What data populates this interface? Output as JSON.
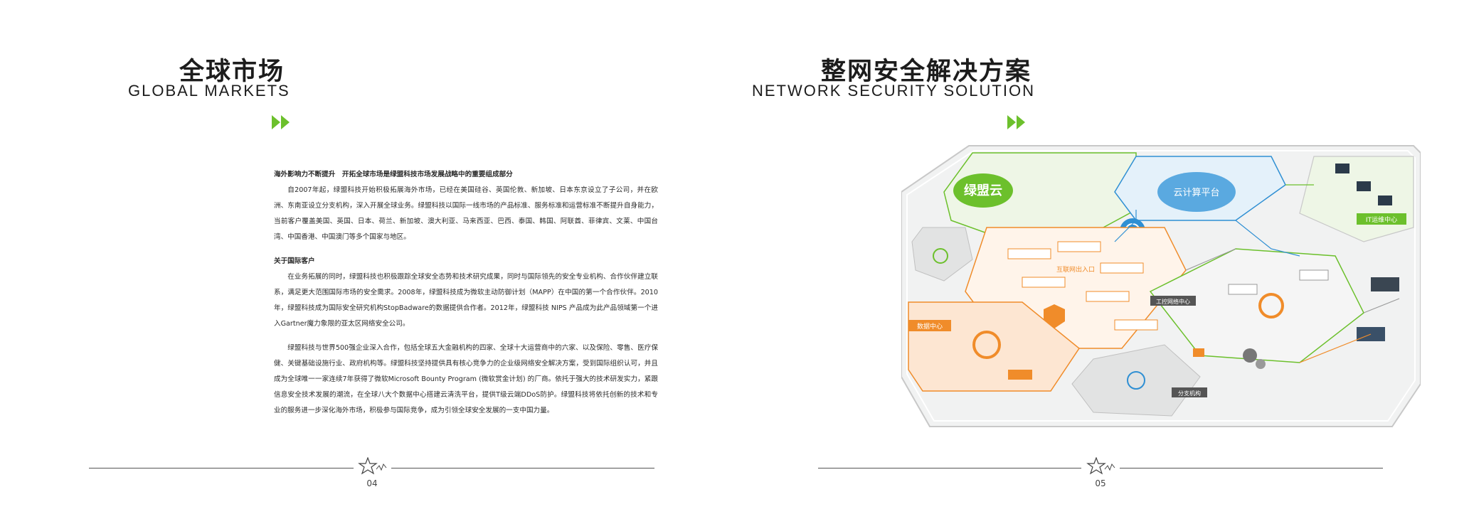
{
  "left_page": {
    "title_cn": "全球市场",
    "title_en": "GLOBAL MARKETS",
    "section1_heading": "海外影响力不断提升　开拓全球市场是绿盟科技市场发展战略中的重要组成部分",
    "section1_text": "自2007年起，绿盟科技开始积极拓展海外市场，已经在美国硅谷、英国伦敦、新加坡、日本东京设立了子公司，并在欧洲、东南亚设立分支机构，深入开展全球业务。绿盟科技以国际一线市场的产品标准、服务标准和运营标准不断提升自身能力，当前客户覆盖美国、英国、日本、荷兰、新加坡、澳大利亚、马来西亚、巴西、泰国、韩国、阿联酋、菲律宾、文莱、中国台湾、中国香港、中国澳门等多个国家与地区。",
    "section2_heading": "关于国际客户",
    "section2_text": "在业务拓展的同时，绿盟科技也积极跟踪全球安全态势和技术研究成果，同时与国际领先的安全专业机构、合作伙伴建立联系，满足更大范围国际市场的安全需求。2008年，绿盟科技成为微软主动防御计划（MAPP）在中国的第一个合作伙伴。2010年，绿盟科技成为国际安全研究机构StopBadware的数据提供合作者。2012年，绿盟科技 NIPS 产品成为此产品领域第一个进入Gartner魔力象限的亚太区网络安全公司。",
    "section3_text": "绿盟科技与世界500强企业深入合作，包括全球五大金融机构的四家、全球十大运营商中的六家、以及保险、零售、医疗保健、关键基础设施行业、政府机构等。绿盟科技坚持提供具有核心竞争力的企业级网络安全解决方案，受到国际组织认可，并且成为全球唯一一家连续7年获得了微软Microsoft Bounty Program (微软赏金计划) 的厂商。依托于强大的技术研发实力，紧跟信息安全技术发展的潮流，在全球八大个数据中心搭建云清洗平台，提供T级云端DDoS防护。绿盟科技将依托创新的技术和专业的服务进一步深化海外市场，积极参与国际竞争，成为引领全球安全发展的一支中国力量。",
    "page_number": "04"
  },
  "right_page": {
    "title_cn": "整网安全解决方案",
    "title_en": "NETWORK SECURITY SOLUTION",
    "diagram_labels": {
      "brand": "绿盟云",
      "cloud_platform": "云计算平台",
      "it_center": "IT运维中心",
      "industrial": "工控网络中心",
      "data_center": "数据中心",
      "branch": "分支机构",
      "internet_center": "互联网出入口"
    },
    "page_number": "05"
  },
  "colors": {
    "green": "#6cc02c",
    "orange": "#f08c2a",
    "blue": "#2f8fd3",
    "gray_line": "#555555"
  }
}
